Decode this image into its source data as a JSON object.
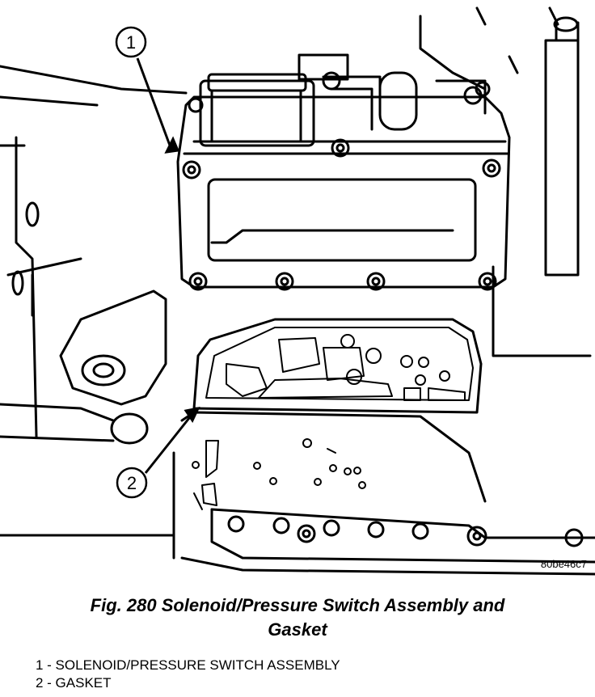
{
  "figure": {
    "code": "80be46c7",
    "callouts": [
      "1",
      "2"
    ]
  },
  "caption": {
    "line1": "Fig. 280 Solenoid/Pressure Switch Assembly and",
    "line2": "Gasket"
  },
  "legend": [
    "1 - SOLENOID/PRESSURE SWITCH ASSEMBLY",
    "2 - GASKET"
  ]
}
